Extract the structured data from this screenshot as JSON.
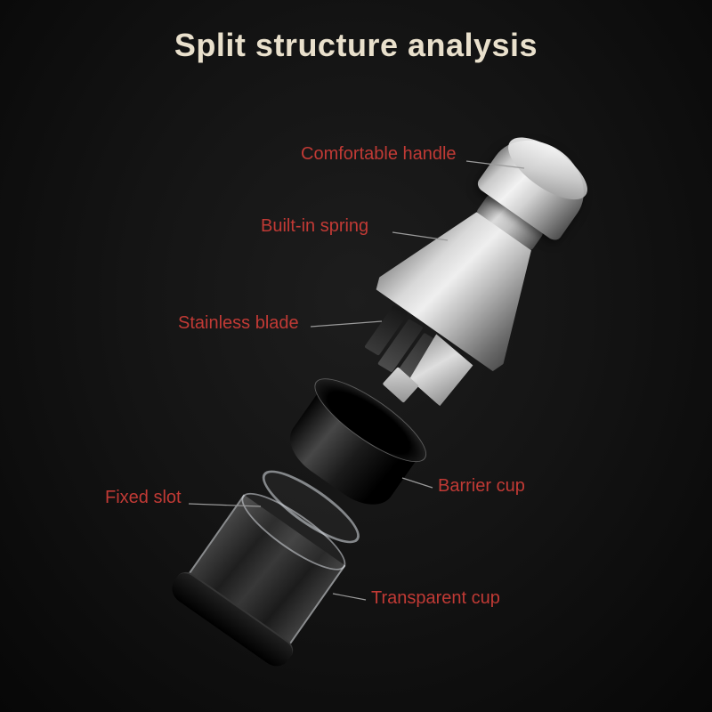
{
  "title": "Split structure analysis",
  "labels": {
    "handle": "Comfortable handle",
    "spring": "Built-in spring",
    "blade": "Stainless blade",
    "barrier_cup": "Barrier cup",
    "fixed_slot": "Fixed slot",
    "transparent_cup": "Transparent cup"
  },
  "colors": {
    "background": "#111111",
    "title_text": "#e9e0cc",
    "label_text": "#c13a35",
    "connector_line": "#9a9a9a"
  }
}
